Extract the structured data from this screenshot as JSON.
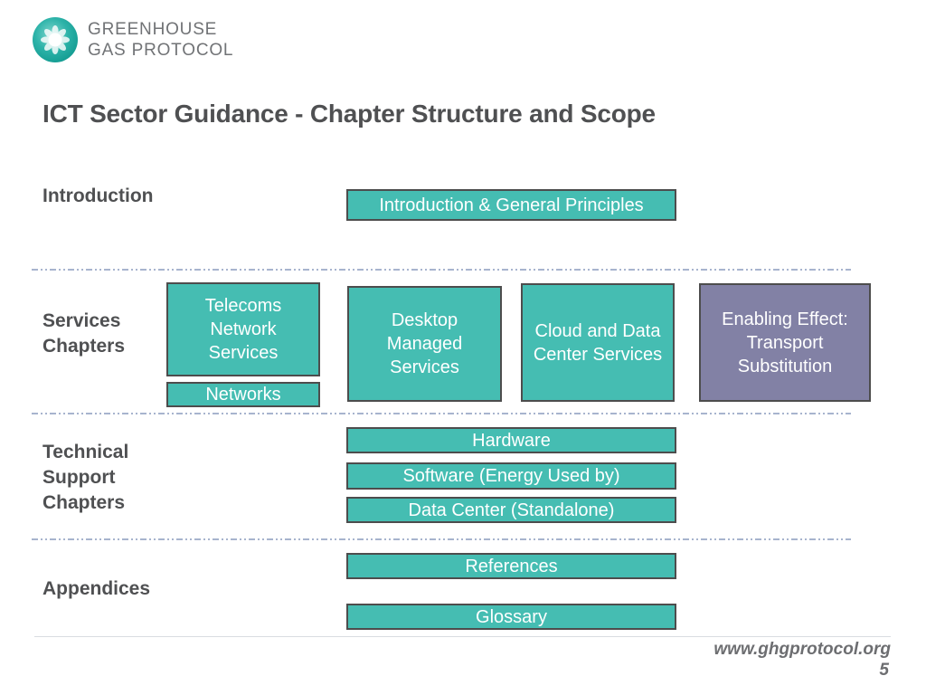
{
  "logo": {
    "line1": "GREENHOUSE",
    "line2": "GAS PROTOCOL"
  },
  "title": "ICT Sector Guidance - Chapter Structure and Scope",
  "sections": {
    "introduction": {
      "label": "Introduction",
      "box": "Introduction & General Principles"
    },
    "services": {
      "label": "Services Chapters",
      "telecoms": "Telecoms Network Services",
      "networks": "Networks",
      "desktop": "Desktop Managed Services",
      "cloud": "Cloud and Data Center Services",
      "enabling": "Enabling Effect: Transport Substitution"
    },
    "technical": {
      "label": "Technical Support Chapters",
      "hardware": "Hardware",
      "software": "Software (Energy Used by)",
      "datacenter": "Data Center (Standalone)"
    },
    "appendices": {
      "label": "Appendices",
      "references": "References",
      "glossary": "Glossary"
    }
  },
  "footer": {
    "url": "www.ghgprotocol.org",
    "page_number": "5"
  },
  "colors": {
    "teal": "#45BDB2",
    "purple": "#8281A5",
    "box_border": "#4D4D4D",
    "box_text": "#FFFFFF",
    "text_dark": "#4F5052",
    "dash_line": "#8A9BBE",
    "footer_text": "#6D6E71",
    "logo_text": "#717376",
    "logo_teal": "#1FAEA3"
  }
}
